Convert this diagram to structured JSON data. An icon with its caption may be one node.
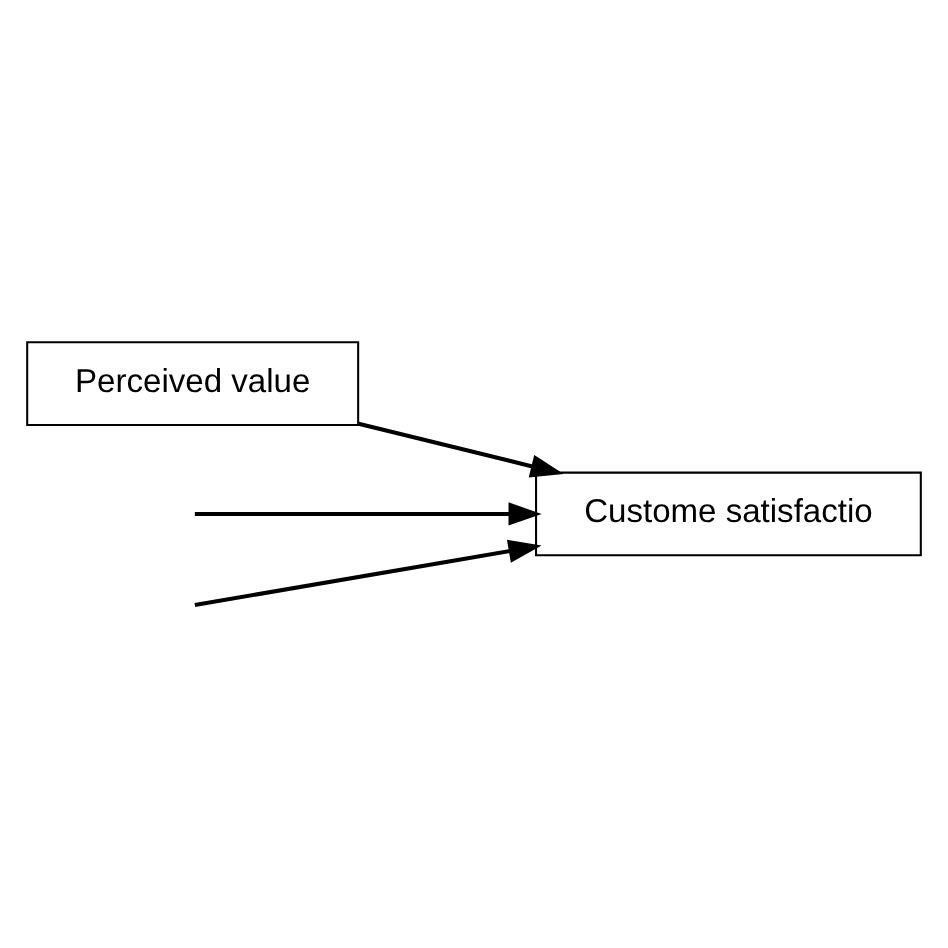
{
  "diagram": {
    "nodes": [
      {
        "text": [
          "Perceived value"
        ]
      },
      {
        "text": [
          "Custome satisfactio"
        ]
      }
    ],
    "edges": [
      {
        "from": null,
        "to": 1,
        "arrow": "to"
      },
      {
        "from": 0,
        "to": 1,
        "arrow": "to"
      },
      {
        "from": null,
        "to": 1,
        "arrow": "to"
      }
    ]
  }
}
